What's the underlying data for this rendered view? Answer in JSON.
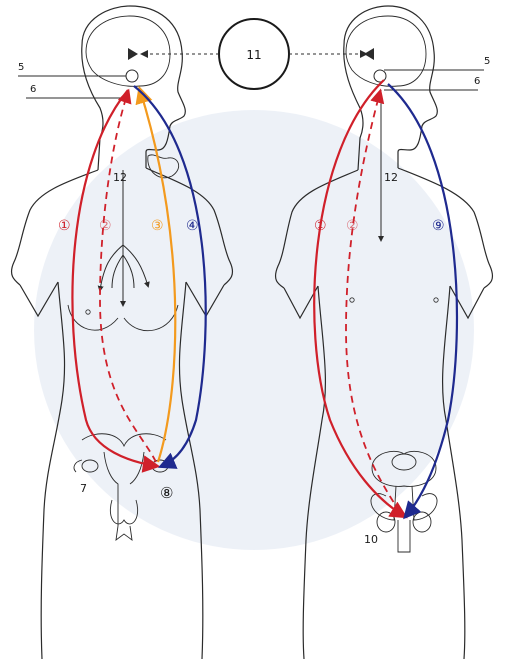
{
  "colors": {
    "red": "#d0202a",
    "blue": "#1f2a8f",
    "orange": "#f39a1e",
    "dark": "#2b2b2b"
  },
  "labels": {
    "center_circle": "11",
    "left": {
      "n5": "5",
      "n6": "6",
      "n12": "12",
      "n1": "①",
      "n2": "②",
      "n3": "③",
      "n4": "④",
      "n7": "7",
      "n8": "⑧"
    },
    "right": {
      "n5": "5",
      "n6": "6",
      "n12": "12",
      "n1": "①",
      "n2": "②",
      "n9": "⑨",
      "n10": "10"
    }
  }
}
